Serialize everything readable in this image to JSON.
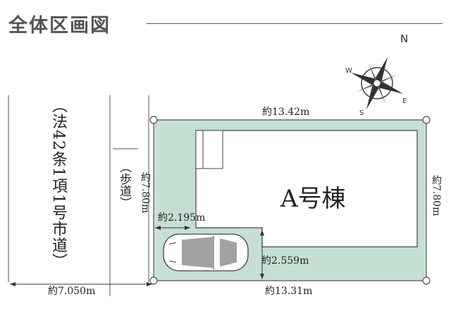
{
  "title": "全体区画図",
  "road_label": "（法42条1項1号市道）",
  "sidewalk_label": "（歩道）",
  "building_label": "A号棟",
  "compass": {
    "n": "N",
    "e": "E",
    "s": "S",
    "w": "W"
  },
  "dimensions": {
    "top": "約13.42m",
    "right": "約7.80m",
    "left": "約7.80m",
    "driveway": "約2.195m",
    "notch": "約2.559m",
    "bottom": "約13.31m",
    "road_width": "約7.050m"
  },
  "colors": {
    "lot_fill": "#c6dfd3",
    "lot_stroke": "#555555",
    "line": "#333333"
  }
}
